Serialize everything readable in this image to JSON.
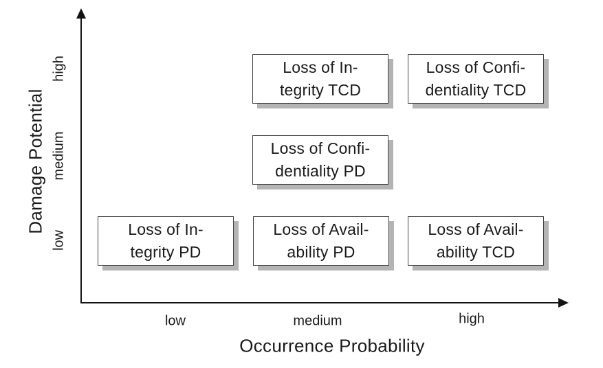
{
  "y_axis": {
    "label": "Damage Potential",
    "ticks": [
      "high",
      "medium",
      "low"
    ]
  },
  "x_axis": {
    "label": "Occurrence Probability",
    "ticks": [
      "low",
      "medium",
      "high"
    ]
  },
  "matrix": {
    "boxes": [
      {
        "name": "Loss of Integrity TCD",
        "line1": "Loss of In-",
        "line2": "tegrity TCD",
        "x": "medium",
        "y": "high"
      },
      {
        "name": "Loss of Confidentiality TCD",
        "line1": "Loss of Confi-",
        "line2": "dentiality TCD",
        "x": "high",
        "y": "high"
      },
      {
        "name": "Loss of Confidentiality PD",
        "line1": "Loss of Confi-",
        "line2": "dentiality PD",
        "x": "medium",
        "y": "medium"
      },
      {
        "name": "Loss of Integrity PD",
        "line1": "Loss of In-",
        "line2": "tegrity PD",
        "x": "low",
        "y": "low"
      },
      {
        "name": "Loss of Availability PD",
        "line1": "Loss of Avail-",
        "line2": "ability PD",
        "x": "medium",
        "y": "low"
      },
      {
        "name": "Loss of Availability TCD",
        "line1": "Loss of Avail-",
        "line2": "ability TCD",
        "x": "high",
        "y": "low"
      }
    ]
  },
  "colors": {
    "background": "#ffffff",
    "text": "#1a1a1a",
    "axis": "#141414",
    "box_border": "#3f3f3f",
    "box_fill": "#ffffff",
    "box_shadow": "#b4b4b4"
  }
}
